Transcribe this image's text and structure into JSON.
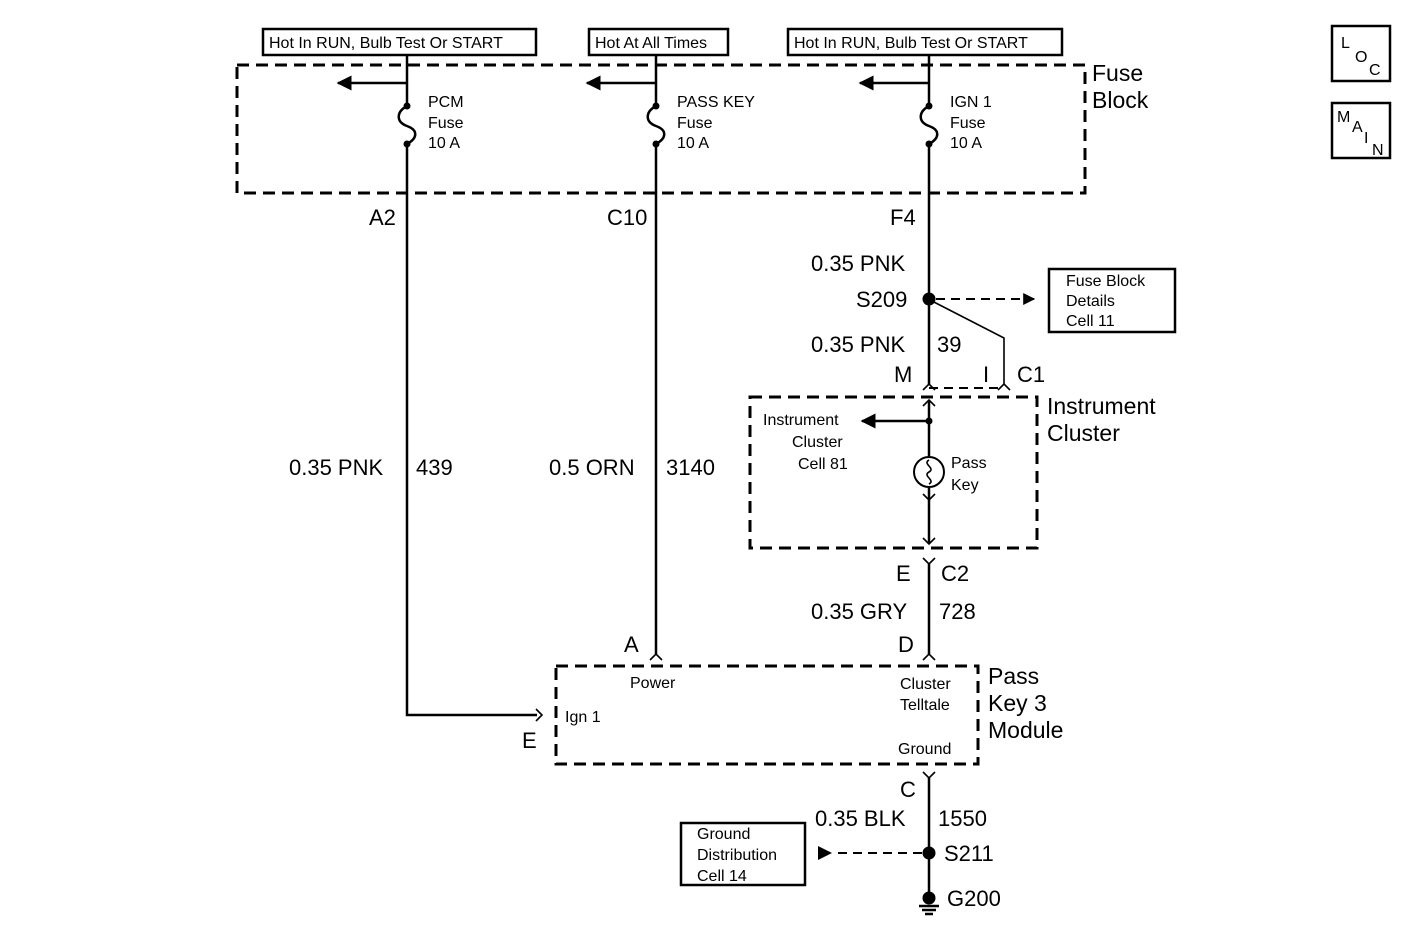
{
  "supply_labels": {
    "pcm": "Hot In RUN, Bulb Test Or START",
    "passkey": "Hot At All Times",
    "ign": "Hot In RUN, Bulb Test Or START"
  },
  "fuse_block": {
    "label_line1": "Fuse",
    "label_line2": "Block",
    "fuses": [
      {
        "name": "PCM",
        "type": "Fuse",
        "rating": "10 A",
        "terminal": "A2"
      },
      {
        "name": "PASS KEY",
        "type": "Fuse",
        "rating": "10 A",
        "terminal": "C10"
      },
      {
        "name": "IGN 1",
        "type": "Fuse",
        "rating": "10 A",
        "terminal": "F4"
      }
    ]
  },
  "nav": {
    "loc": [
      "L",
      "O",
      "C"
    ],
    "main": [
      "M",
      "A",
      "I",
      "N"
    ]
  },
  "wires": {
    "pcm": {
      "gauge": "0.35 PNK",
      "circuit": "439"
    },
    "passkey": {
      "gauge": "0.5 ORN",
      "circuit": "3140"
    },
    "ign_upper": {
      "gauge": "0.35 PNK"
    },
    "ign_lower": {
      "gauge": "0.35 PNK",
      "circuit": "39"
    },
    "cluster_out": {
      "gauge": "0.35 GRY",
      "circuit": "728"
    },
    "ground": {
      "gauge": "0.35 BLK",
      "circuit": "1550"
    }
  },
  "splices": {
    "s209": "S209",
    "s211": "S211",
    "g200": "G200"
  },
  "refs": {
    "fuse_details": [
      "Fuse Block",
      "Details",
      "Cell 11"
    ],
    "ground_dist": [
      "Ground",
      "Distribution",
      "Cell 14"
    ],
    "cluster_ref": [
      "Instrument",
      "Cluster",
      "Cell 81"
    ]
  },
  "connectors": {
    "m": "M",
    "i": "I",
    "c1": "C1",
    "e": "E",
    "c2": "C2",
    "d": "D",
    "a": "A",
    "e_mod": "E",
    "c": "C"
  },
  "instrument_cluster": {
    "line1": "Instrument",
    "line2": "Cluster",
    "lamp_line1": "Pass",
    "lamp_line2": "Key"
  },
  "module": {
    "line1": "Pass",
    "line2": "Key 3",
    "line3": "Module",
    "power": "Power",
    "ign": "Ign 1",
    "cluster_line1": "Cluster",
    "cluster_line2": "Telltale",
    "ground": "Ground"
  }
}
